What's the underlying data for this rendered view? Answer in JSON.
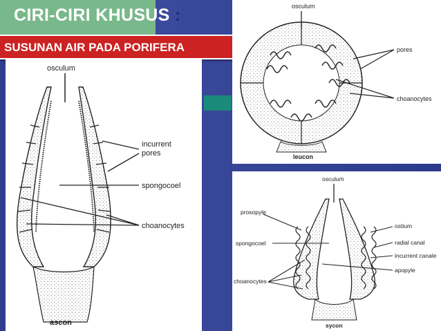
{
  "slide": {
    "title": "CIRI-CIRI KHUSUS",
    "title_colon": ":",
    "subtitle": "SUSUNAN AIR PADA PORIFERA"
  },
  "ascon": {
    "caption": "ascon",
    "labels": {
      "osculum": "osculum",
      "incurrent_pores": "incurrent\npores",
      "spongocoel": "spongocoel",
      "choanocytes": "choanocytes"
    }
  },
  "leucon": {
    "caption": "leucon",
    "labels": {
      "osculum": "osculum",
      "pores": "pores",
      "choanocytes": "choanocytes"
    }
  },
  "sycon": {
    "caption": "sycon",
    "labels": {
      "osculum": "osculum",
      "prosopyle": "prosopyle",
      "spongocoel": "spongocoel",
      "choanocytes": "choanocytes",
      "ostium": "ostium",
      "radial_canal": "radial canal",
      "incurrent_canal": "incurrent canale",
      "apopyle": "apopyle"
    }
  },
  "colors": {
    "background": "#2f3e8f",
    "header_green": "#79b88a",
    "subtitle_red": "#cc2222"
  }
}
